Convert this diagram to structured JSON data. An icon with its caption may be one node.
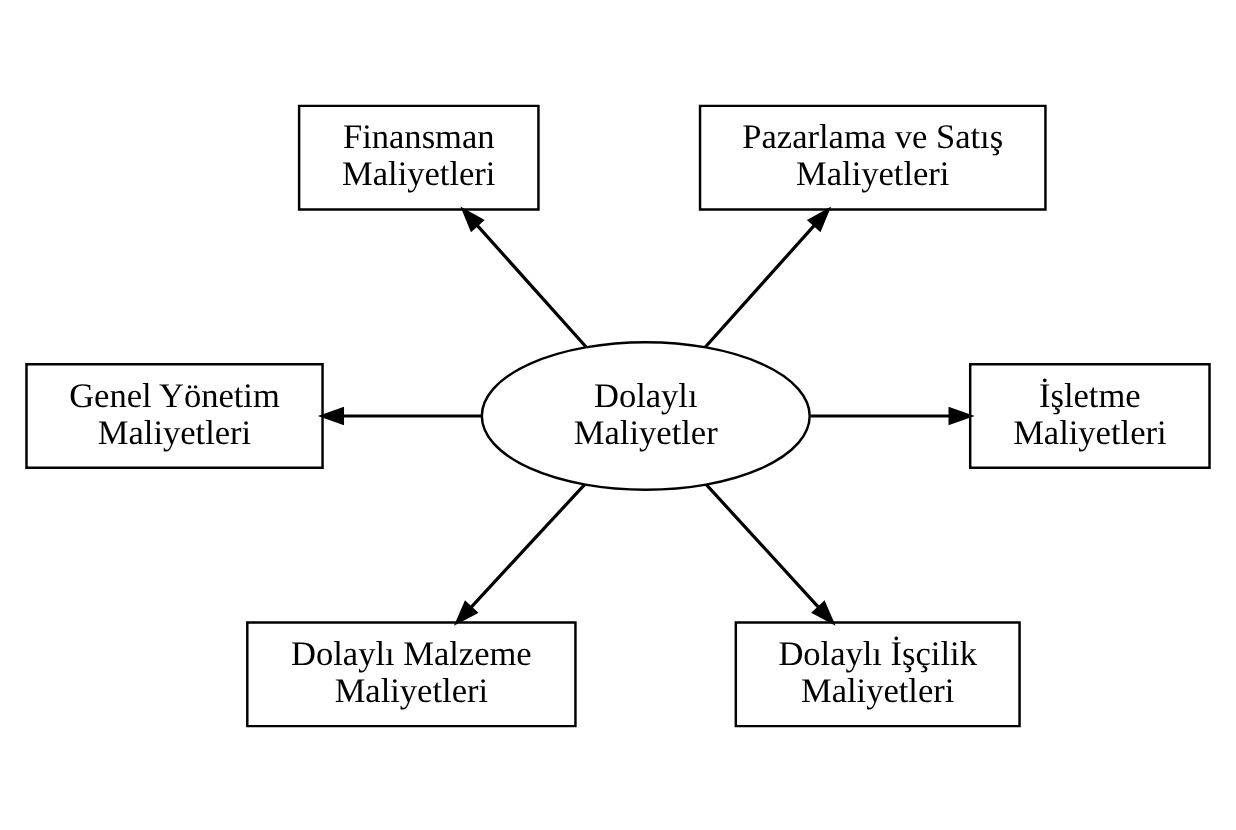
{
  "diagram": {
    "nodes": [
      {
        "text": [
          "Finansman Maliyetleri"
        ]
      },
      {
        "text": [
          "Pazarlama ve Satış Maliyetleri"
        ]
      },
      {
        "text": [
          "Genel Yönetim Maliyetleri"
        ]
      },
      {
        "text": [
          "Dolaylı Maliyetler"
        ]
      },
      {
        "text": [
          "İşletme Maliyetleri"
        ]
      },
      {
        "text": [
          "Dolaylı Malzeme Maliyetleri"
        ]
      },
      {
        "text": [
          "Dolaylı İşçilik Maliyetleri"
        ]
      }
    ],
    "edges": [
      {
        "from": 3,
        "to": 0,
        "arrow": "to"
      },
      {
        "from": 3,
        "to": 1,
        "arrow": "to"
      },
      {
        "from": 3,
        "to": 2,
        "arrow": "to"
      },
      {
        "from": 3,
        "to": 4,
        "arrow": "to"
      },
      {
        "from": 3,
        "to": 5,
        "arrow": "to"
      },
      {
        "from": 3,
        "to": 6,
        "arrow": "to"
      }
    ]
  }
}
